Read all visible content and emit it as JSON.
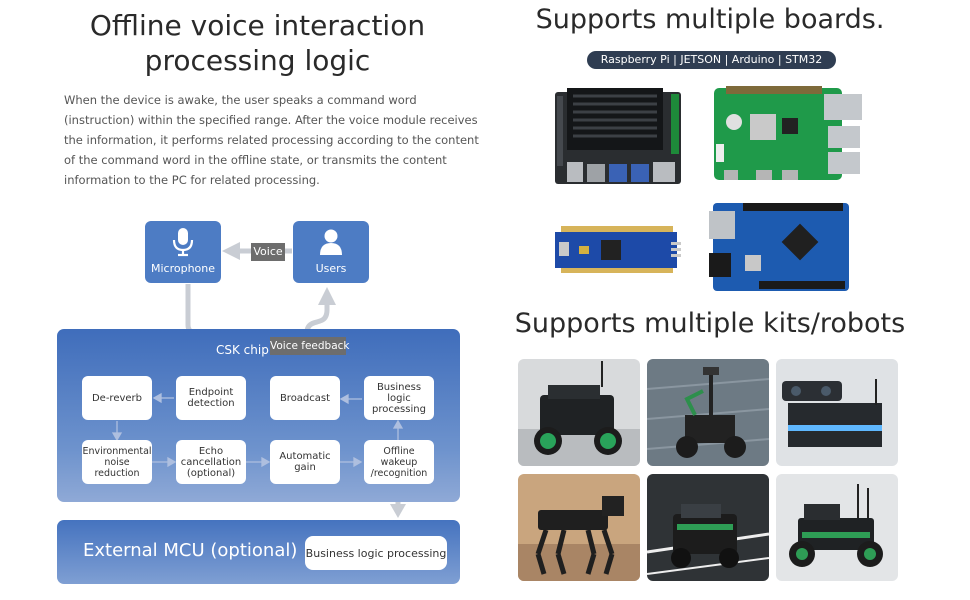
{
  "left": {
    "title_line1": "Offline voice interaction",
    "title_line2": "processing logic",
    "description": "When the device is awake, the user speaks a command word (instruction) within the specified range. After the voice module receives the information, it performs related processing according to the content of the command word in the offline state, or transmits the content information to the PC for related processing."
  },
  "diagram": {
    "microphone_label": "Microphone",
    "users_label": "Users",
    "voice_tag": "Voice",
    "chip_label": "CSK chip",
    "voice_feedback_tag": "Voice feedback",
    "nodes": {
      "de_reverb": "De-reverb",
      "endpoint": "Endpoint\ndetection",
      "broadcast": "Broadcast",
      "business_logic": "Business logic\nprocessing",
      "environmental": "Environmental\nnoise reduction",
      "echo": "Echo\ncancellation\n(optional)",
      "agc": "Automatic\ngain",
      "wakeup": "Offline wakeup\n/recognition"
    },
    "mcu_label": "External  MCU (optional)",
    "mcu_box": "Business logic processing"
  },
  "right": {
    "boards_title": "Supports multiple boards.",
    "boards_pill": "Raspberry Pi | JETSON | Arduino  | STM32",
    "kits_title": "Supports multiple kits/robots"
  },
  "colors": {
    "chip_blue": "#3f6dbb",
    "box_blue": "#4d7cc4",
    "tag_gray": "#6d6d6d",
    "arrow_gray": "#c9cdd4",
    "pill_navy": "#2f3d52"
  }
}
